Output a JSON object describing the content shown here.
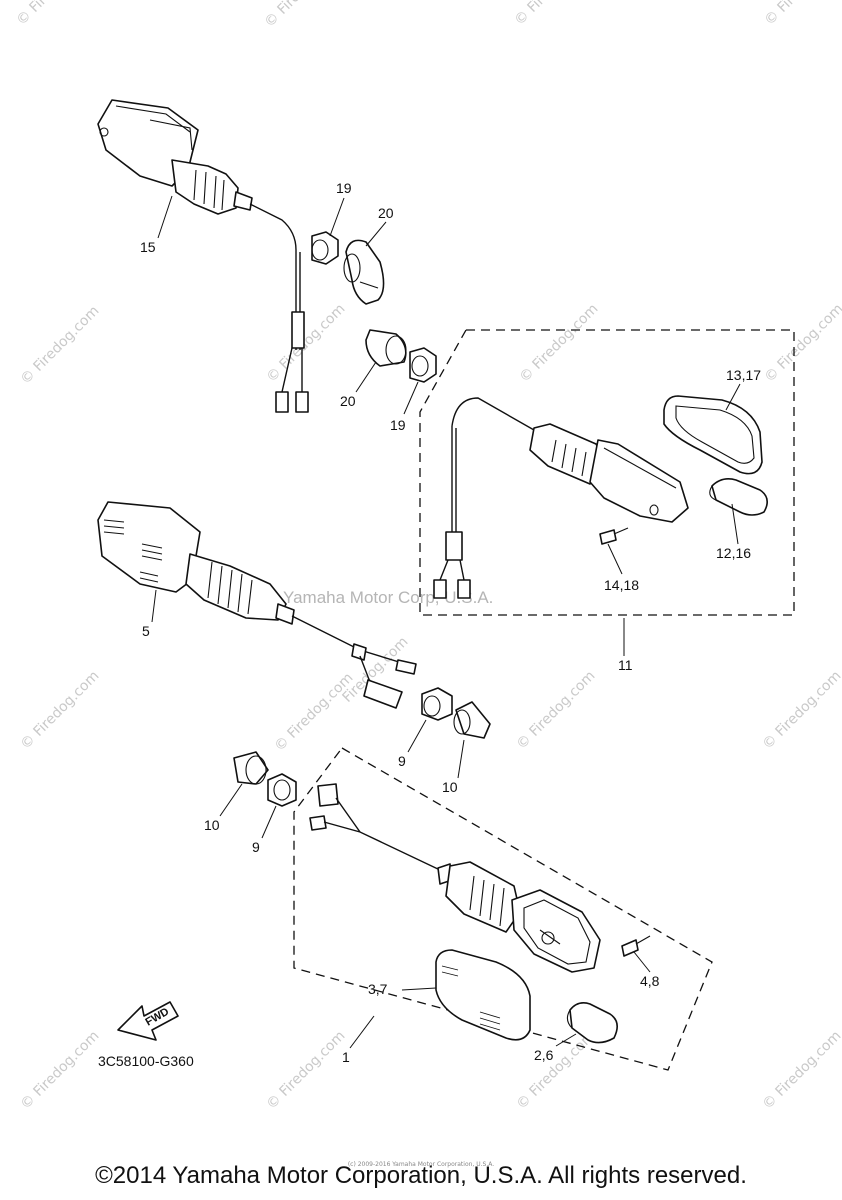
{
  "watermark": {
    "site": "© Firedog.com",
    "site_plain": "Firedog.com",
    "copyright_line": "© Firedog.com",
    "center": "Yamaha Motor Corp, U.S.A."
  },
  "callouts": {
    "c1": "1",
    "c2_6": "2,6",
    "c3_7": "3,7",
    "c4_8": "4,8",
    "c5": "5",
    "c9_a": "9",
    "c9_b": "9",
    "c10_a": "10",
    "c10_b": "10",
    "c11": "11",
    "c12_16": "12,16",
    "c13_17": "13,17",
    "c14_18": "14,18",
    "c15": "15",
    "c19_a": "19",
    "c19_b": "19",
    "c20_a": "20",
    "c20_b": "20"
  },
  "fwd_label": "FWD",
  "diagram_code": "3C58100-G360",
  "footer": {
    "copyright": "©2014 Yamaha Motor Corporation, U.S.A. All rights reserved.",
    "fine_print": "(c) 2009-2016 Yamaha Motor Corporation, U.S.A."
  }
}
